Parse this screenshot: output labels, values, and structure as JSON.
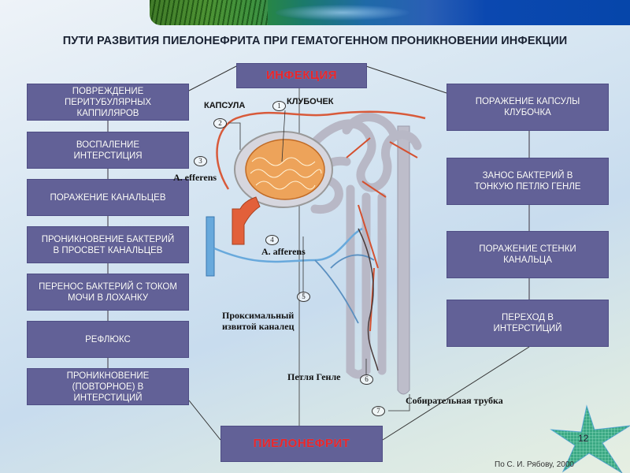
{
  "slide": {
    "title": "ПУТИ РАЗВИТИЯ ПИЕЛОНЕФРИТА ПРИ ГЕМАТОГЕННОМ ПРОНИКНОВЕНИИ ИНФЕКЦИИ",
    "page_number": "12",
    "credit": "По С. И. Рябову, 2000"
  },
  "top_box": {
    "label": "ИНФЕКЦИЯ",
    "color": "#e8262b"
  },
  "bottom_box": {
    "label": "ПИЕЛОНЕФРИТ",
    "color": "#e8262b"
  },
  "left_chain": [
    {
      "label": "ПОВРЕЖДЕНИЕ\nПЕРИТУБУЛЯРНЫХ\nКАППИЛЯРОВ"
    },
    {
      "label": "ВОСПАЛЕНИЕ\nИНТЕРСТИЦИЯ"
    },
    {
      "label": "ПОРАЖЕНИЕ КАНАЛЬЦЕВ"
    },
    {
      "label": "ПРОНИКНОВЕНИЕ БАКТЕРИЙ\nВ ПРОСВЕТ КАНАЛЬЦЕВ"
    },
    {
      "label": "ПЕРЕНОС БАКТЕРИЙ С ТОКОМ\nМОЧИ В ЛОХАНКУ"
    },
    {
      "label": "РЕФЛЮКС"
    },
    {
      "label": "ПРОНИКНОВЕНИЕ\n(ПОВТОРНОЕ) В\nИНТЕРСТИЦИЙ"
    }
  ],
  "right_chain": [
    {
      "label": "ПОРАЖЕНИЕ КАПСУЛЫ\nКЛУБОЧКА"
    },
    {
      "label": "ЗАНОС БАКТЕРИЙ В\nТОНКУЮ ПЕТЛЮ ГЕНЛЕ"
    },
    {
      "label": "ПОРАЖЕНИЕ СТЕНКИ\nКАНАЛЬЦА"
    },
    {
      "label": "ПЕРЕХОД В\nИНТЕРСТИЦИЙ"
    }
  ],
  "nephron_labels": {
    "capsule": "КАПСУЛА",
    "glomerulus": "КЛУБОЧЕК",
    "efferens": "A. efferens",
    "afferens": "A. afferens",
    "proximal_line1": "Проксимальный",
    "proximal_line2": "извитой каналец",
    "henle": "Петля Генле",
    "collecting": "Собирательная трубка",
    "markers": [
      "1",
      "2",
      "3",
      "4",
      "5",
      "6",
      "7"
    ]
  },
  "colors": {
    "box_fill": "#626197",
    "artery": "#e0603a",
    "vein": "#5fa3d8",
    "tubule": "#b9b9c6"
  }
}
